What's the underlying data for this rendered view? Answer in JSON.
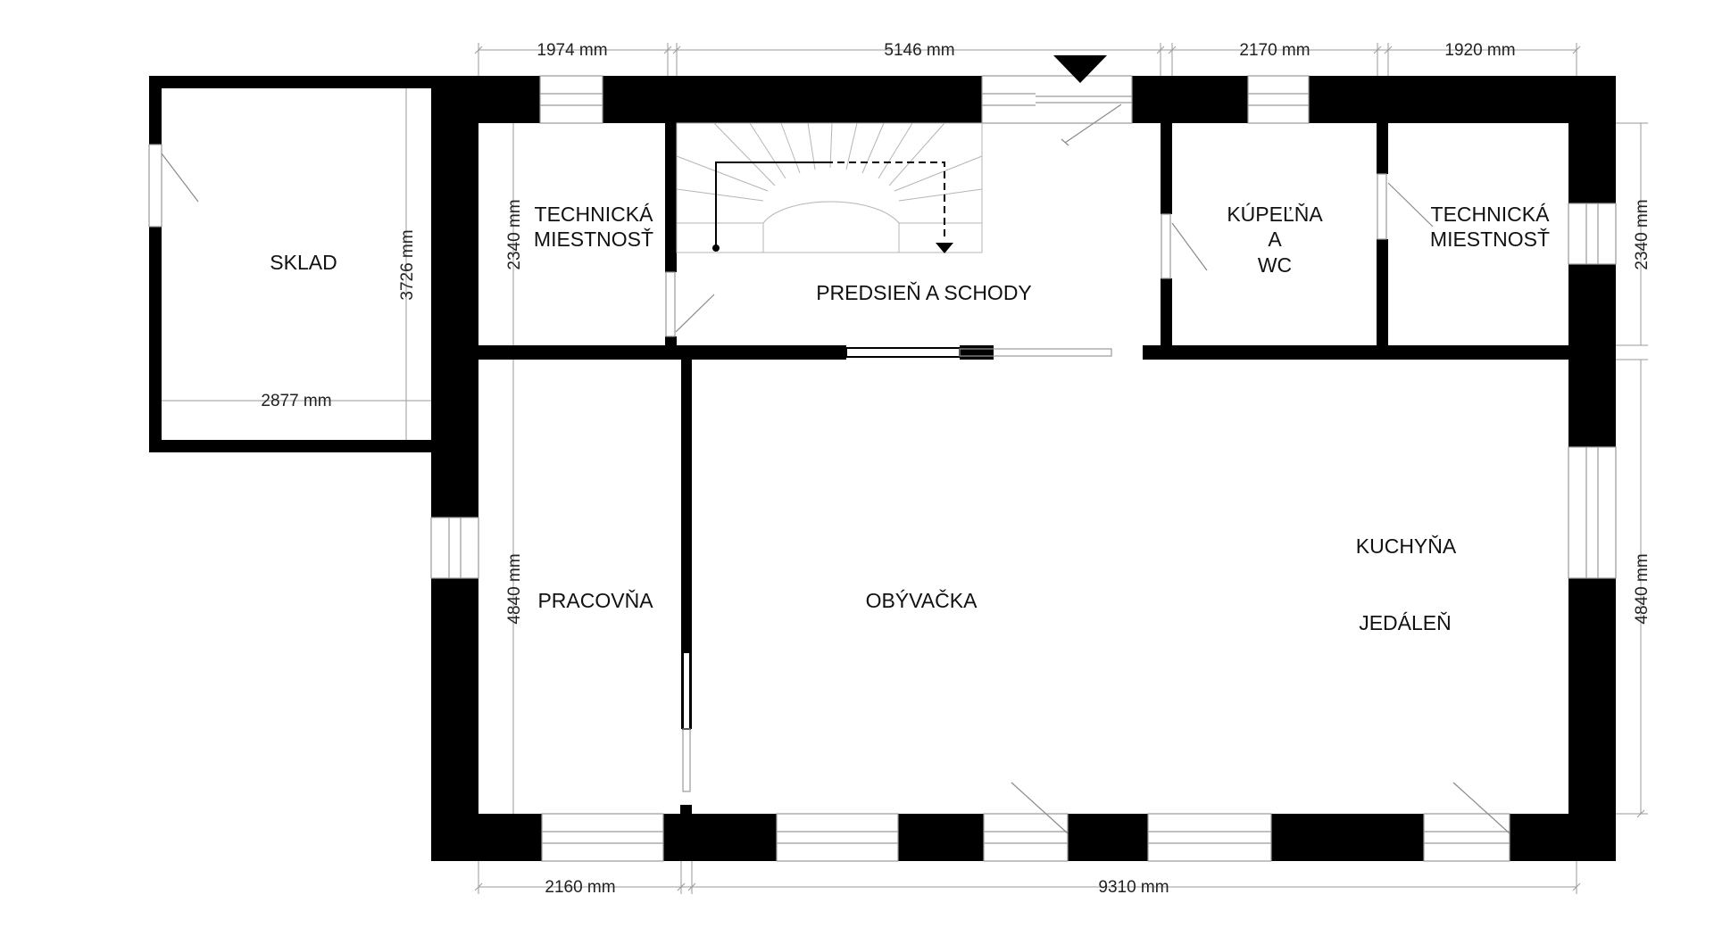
{
  "rooms": {
    "sklad": "SKLAD",
    "tech_left_1": "TECHNICKÁ",
    "tech_left_2": "MIESTNOSŤ",
    "predsien": "PREDSIEŇ A SCHODY",
    "kupelna_1": "KÚPEĽŇA",
    "kupelna_2": "A",
    "kupelna_3": "WC",
    "tech_right_1": "TECHNICKÁ",
    "tech_right_2": "MIESTNOSŤ",
    "pracovna": "PRACOVŇA",
    "obyvacka": "OBÝVAČKA",
    "kuchyna": "KUCHYŇA",
    "jedalen": "JEDÁLEŇ"
  },
  "dimensions": {
    "top_1": "1974 mm",
    "top_2": "5146 mm",
    "top_3": "2170 mm",
    "top_4": "1920 mm",
    "sklad_height": "3726 mm",
    "sklad_width": "2877 mm",
    "tech_left_height": "2340 mm",
    "right_upper": "2340 mm",
    "left_lower": "4840 mm",
    "right_lower": "4840 mm",
    "bottom_1": "2160 mm",
    "bottom_2": "9310 mm"
  },
  "colors": {
    "wall": "#000000",
    "background": "#ffffff",
    "annotation": "#9a9a9a"
  }
}
